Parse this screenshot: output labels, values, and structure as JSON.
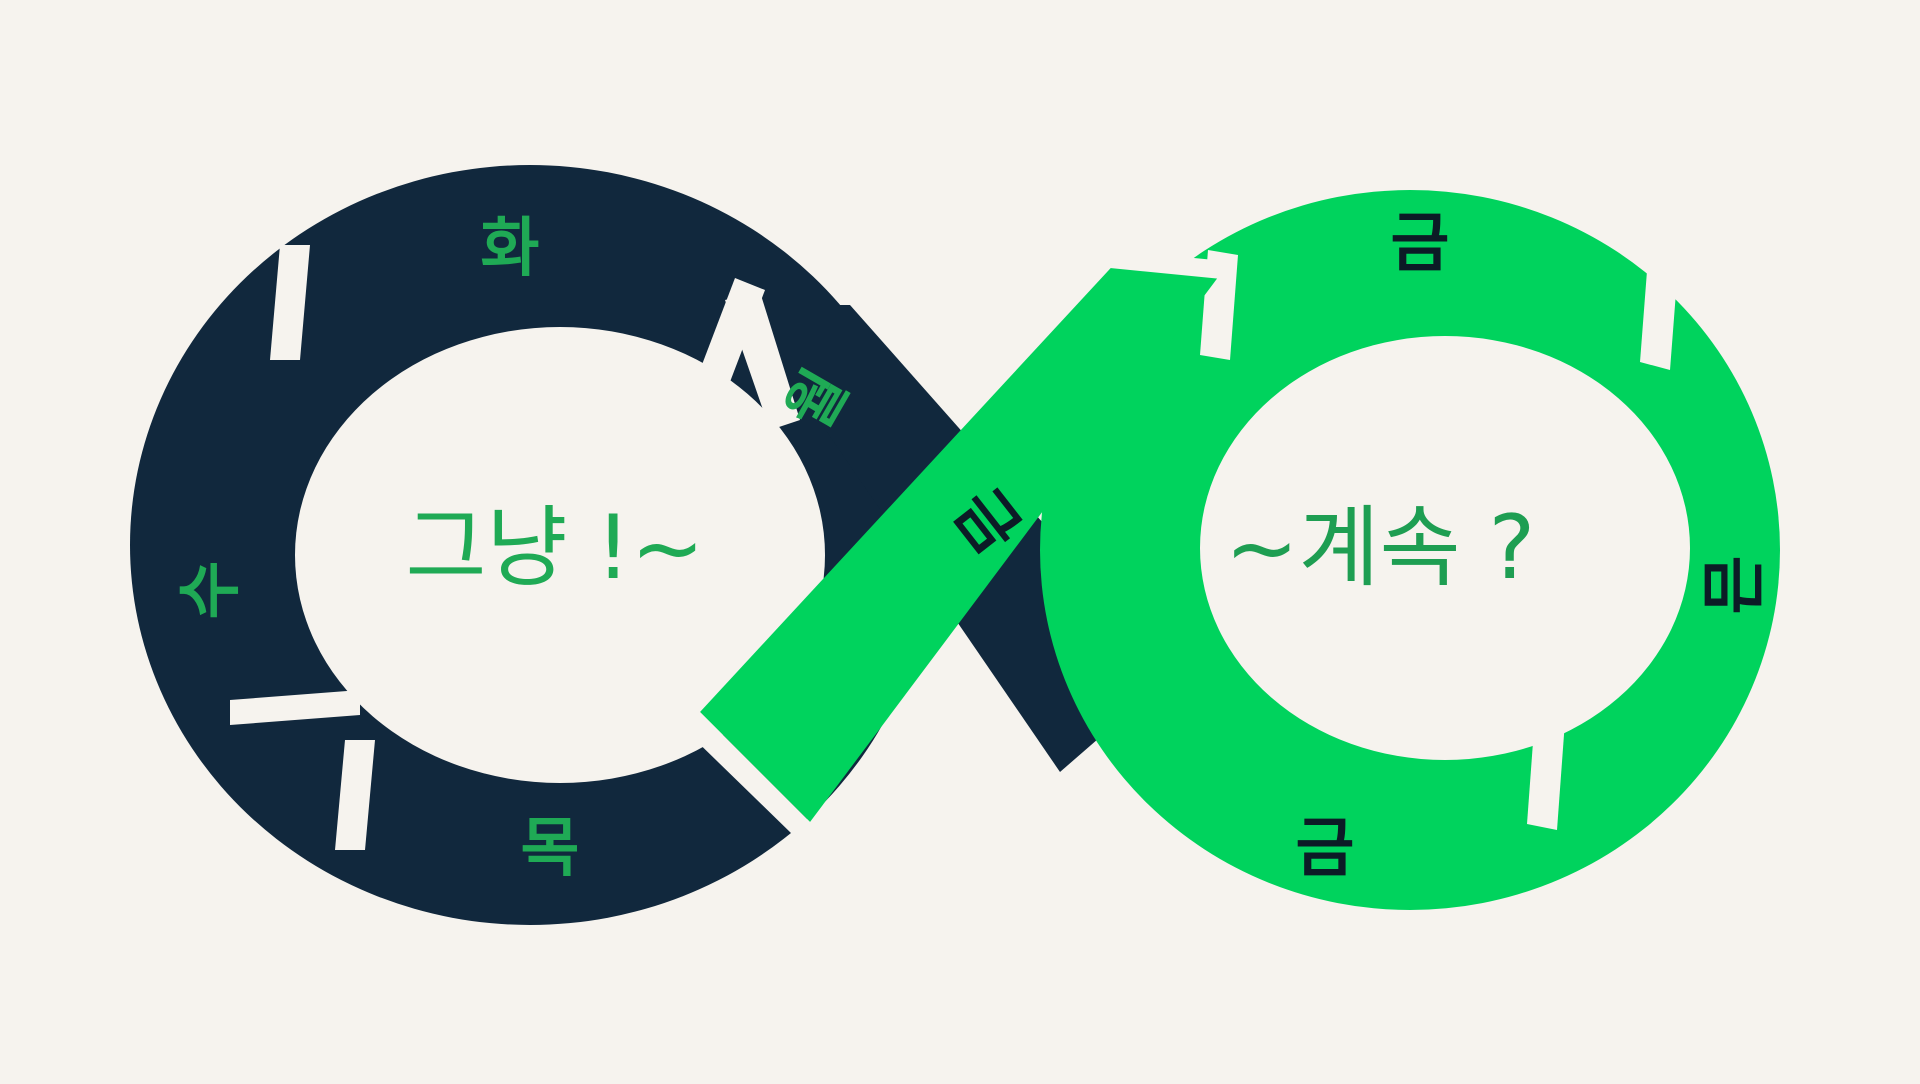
{
  "diagram": {
    "left_loop": {
      "center_text": "그냥 !~",
      "segments": [
        {
          "label": "화"
        },
        {
          "label": "수"
        },
        {
          "label": "목"
        },
        {
          "label": "월"
        }
      ]
    },
    "crossing": {
      "label": "금"
    },
    "right_loop": {
      "center_text": "~계속 ?",
      "segments": [
        {
          "label": "금"
        },
        {
          "label": "금"
        },
        {
          "label": "금"
        }
      ]
    }
  },
  "colors": {
    "background": "#f6f3ee",
    "navy": "#11283d",
    "green": "#00d35d",
    "left_text": "#1faa55",
    "right_center_text": "#1e9e52",
    "dark_text": "#0c1b26"
  }
}
